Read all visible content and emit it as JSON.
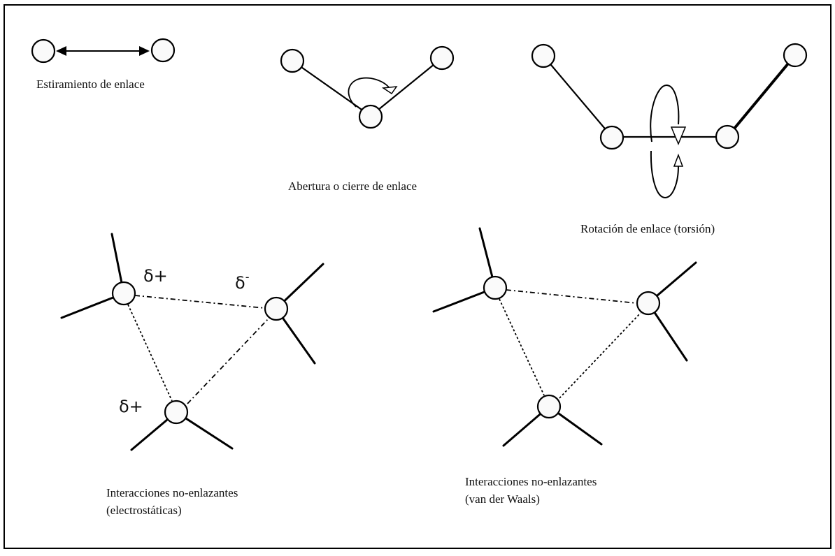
{
  "figure": {
    "colors": {
      "ink": "#000000",
      "paper": "#ffffff",
      "atom_fill": "#fafafa"
    },
    "bond_stretching": {
      "label": "Estiramiento de enlace"
    },
    "angle_bending": {
      "label": "Abertura o cierre de enlace"
    },
    "torsion": {
      "label": "Rotación de enlace (torsión)"
    },
    "electrostatic": {
      "label_line1": "Interacciones no-enlazantes",
      "label_line2": "(electrostáticas)",
      "charge_a": "δ+",
      "charge_b": "δ",
      "charge_b_sup": "-",
      "charge_c": "δ+"
    },
    "van_der_waals": {
      "label_line1": "Interacciones no-enlazantes",
      "label_line2": "(van der Waals)"
    }
  }
}
